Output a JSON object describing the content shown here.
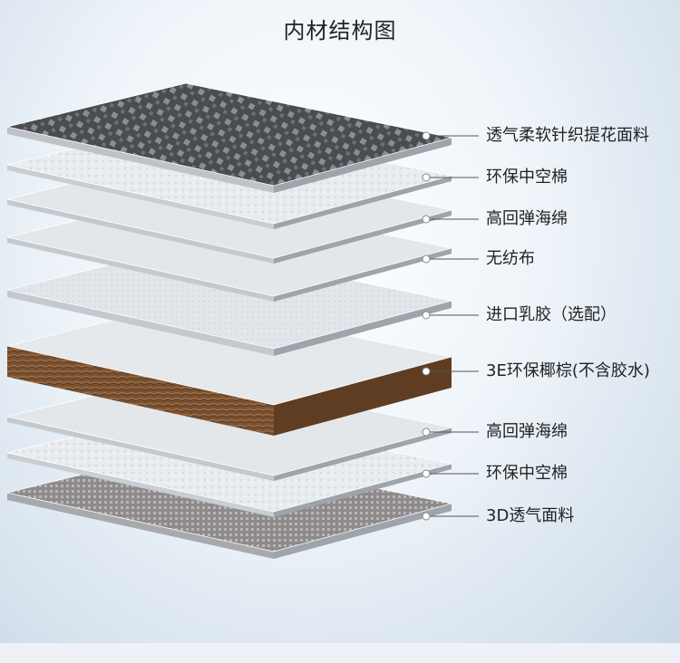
{
  "title": "内材结构图",
  "layers": [
    {
      "label": "透气柔软针织提花面料",
      "pattern": "knit-mesh"
    },
    {
      "label": "环保中空棉",
      "pattern": "fiber"
    },
    {
      "label": "高回弹海绵",
      "pattern": "plain"
    },
    {
      "label": "无纺布",
      "pattern": "plain"
    },
    {
      "label": "进口乳胶（选配）",
      "pattern": "dotted"
    },
    {
      "label": "3E环保椰棕(不含胶水)",
      "pattern": "coir"
    },
    {
      "label": "高回弹海绵",
      "pattern": "plain"
    },
    {
      "label": "环保中空棉",
      "pattern": "fiber"
    },
    {
      "label": "3D透气面料",
      "pattern": "mesh"
    }
  ]
}
